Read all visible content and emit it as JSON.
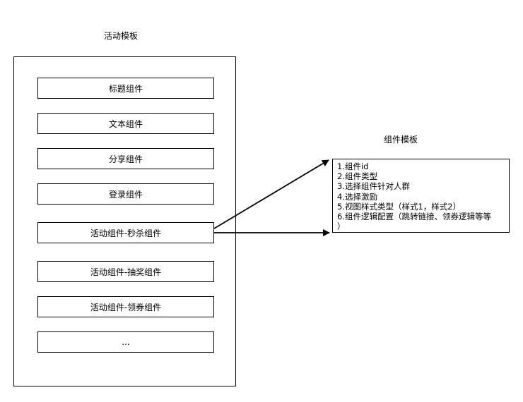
{
  "activity_template": {
    "title": "活动模板",
    "components": [
      "标题组件",
      "文本组件",
      "分享组件",
      "登录组件",
      "活动组件-秒杀组件",
      "活动组件-抽奖组件",
      "活动组件-领券组件",
      "..."
    ]
  },
  "component_template": {
    "title": "组件模板",
    "lines": [
      "1.组件id",
      "2.组件类型",
      "3.选择组件针对人群",
      "4.选择激励",
      "5.视图样式类型（样式1，样式2）",
      "6.组件逻辑配置（跳转链接、领券逻辑等等",
      "）"
    ]
  }
}
